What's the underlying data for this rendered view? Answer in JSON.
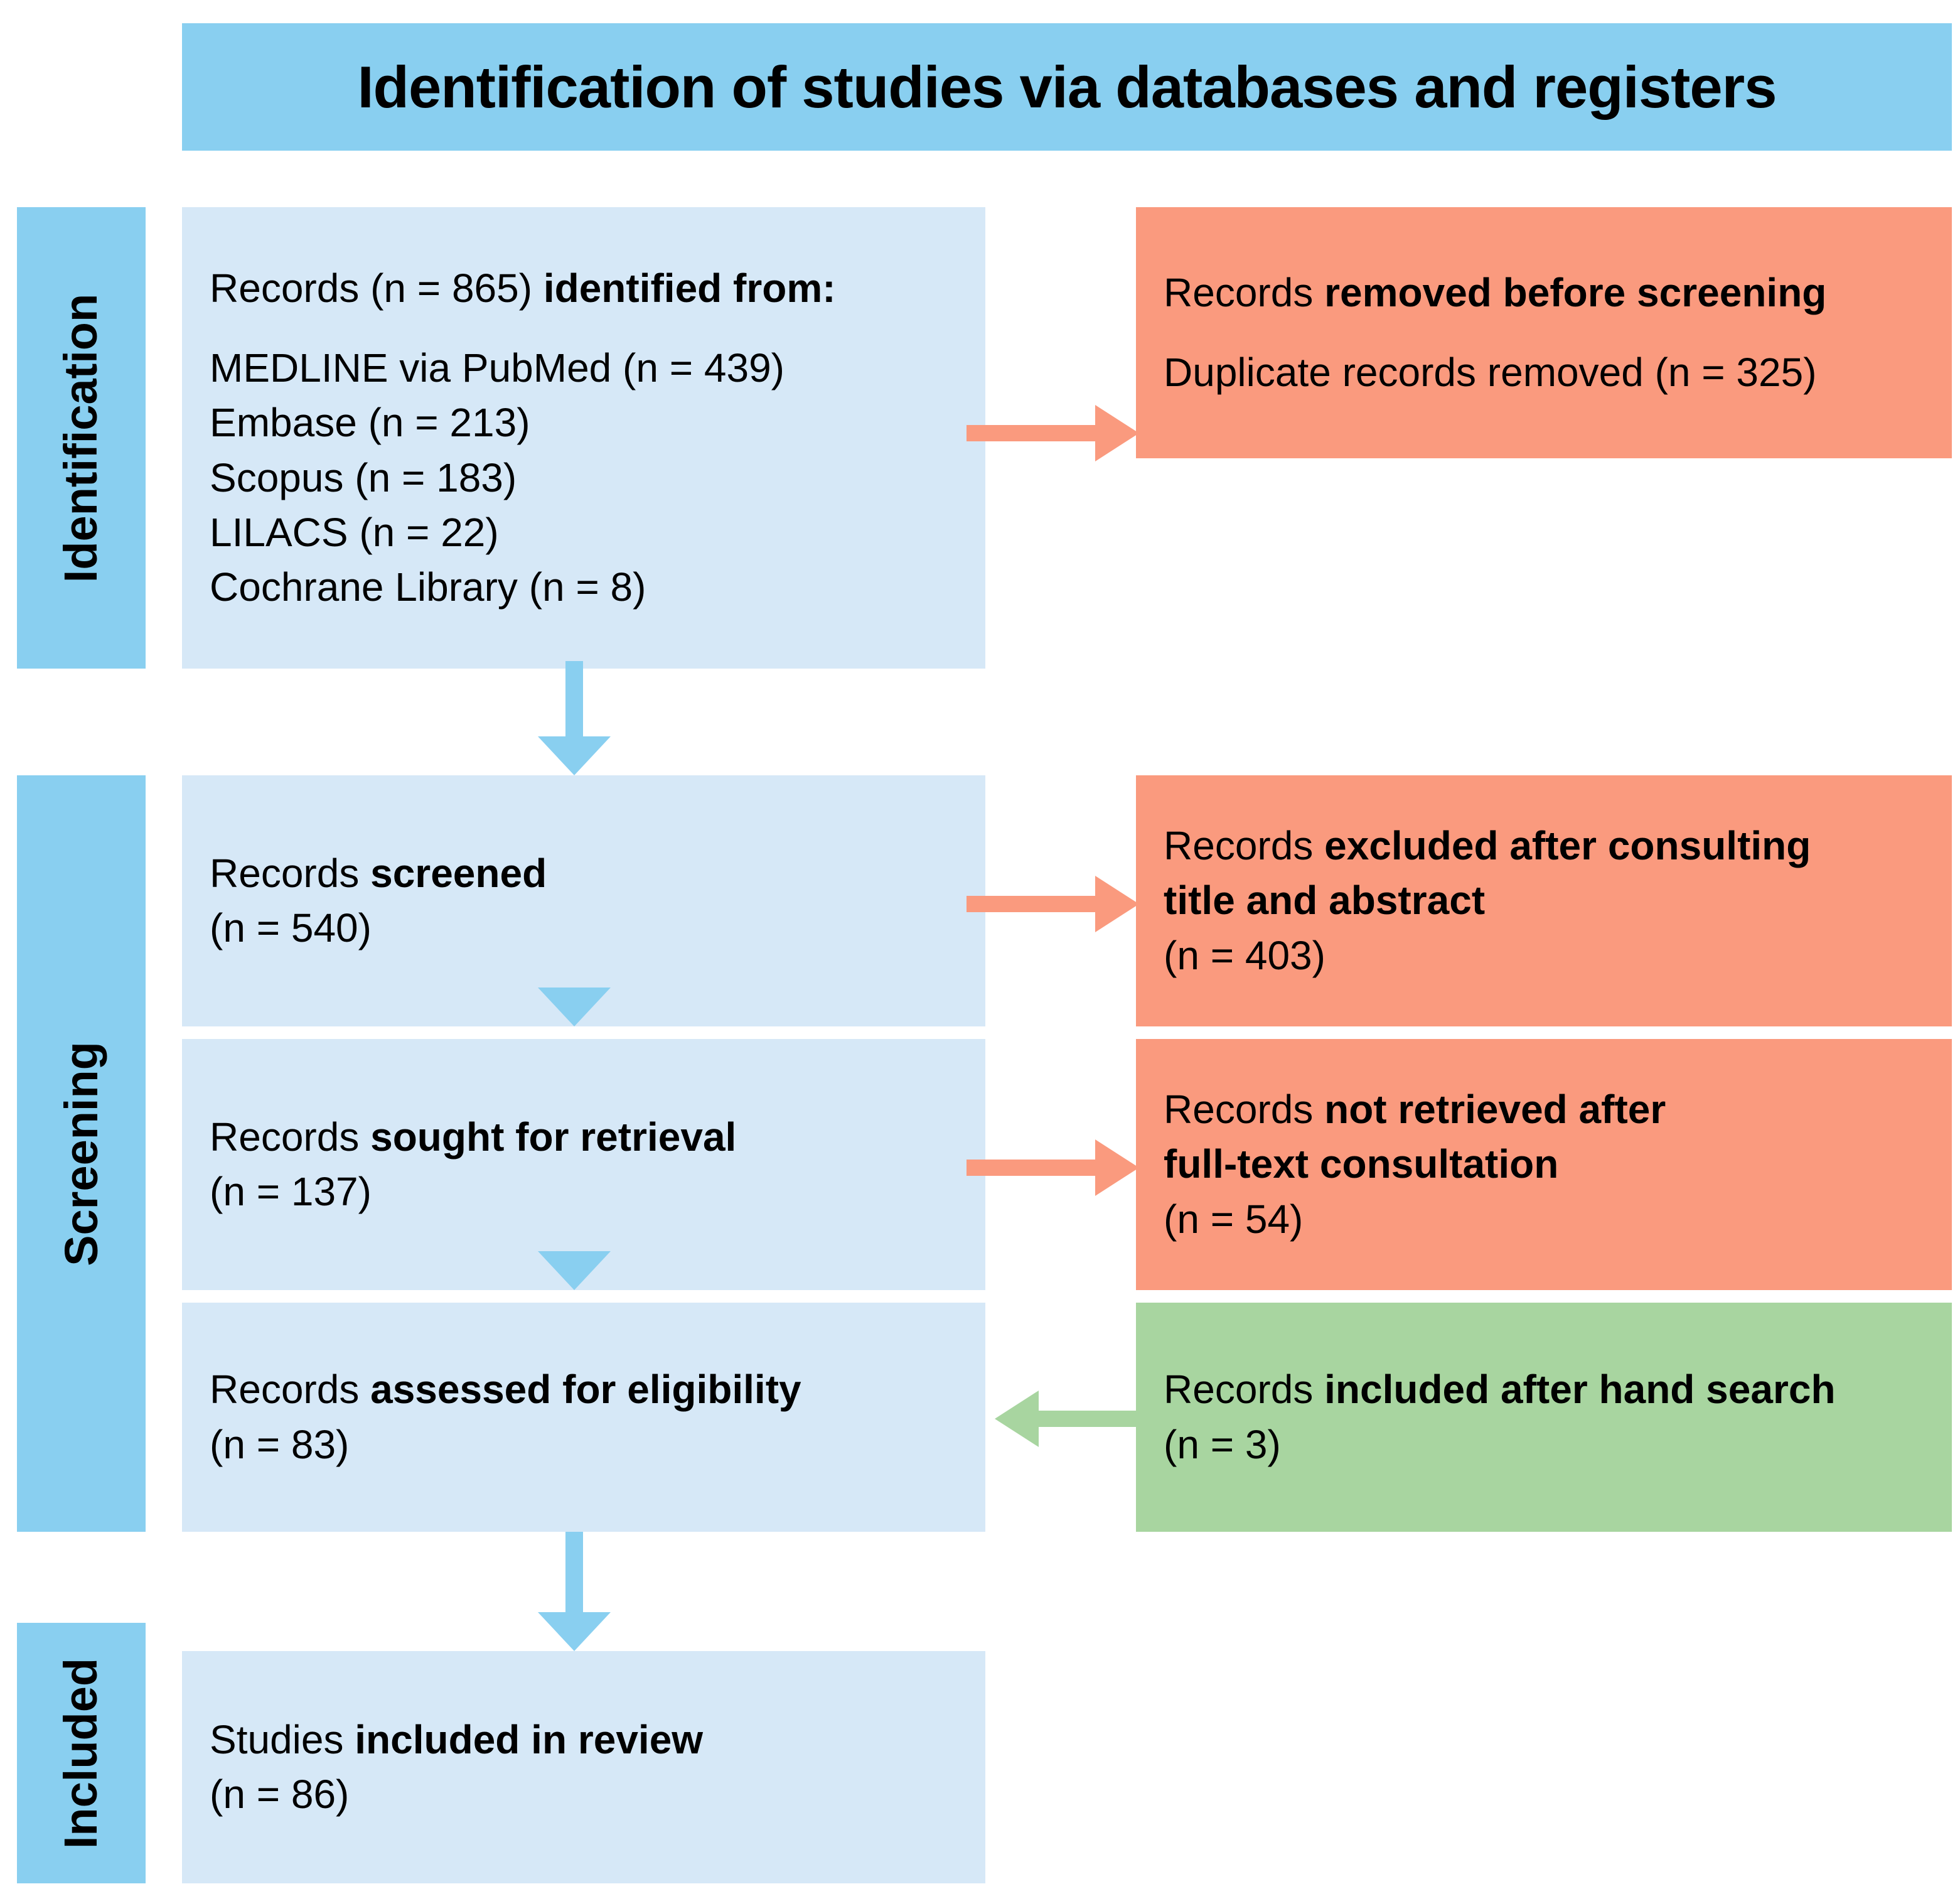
{
  "header": {
    "title": "Identification of studies via databases and registers"
  },
  "stages": [
    {
      "id": "identification",
      "label": "Identification"
    },
    {
      "id": "screening",
      "label": "Screening"
    },
    {
      "id": "included",
      "label": "Included"
    }
  ],
  "colors": {
    "stage_band": "#89CFF0",
    "header": "#89CFF0",
    "box_blue": "#D6E8F7",
    "box_salmon": "#FA9A7E",
    "box_green": "#A8D5A0",
    "arrow_blue": "#89CFF0",
    "arrow_salmon": "#FA9A7E",
    "arrow_green": "#A8D5A0",
    "text": "#000000"
  },
  "boxes": {
    "identified": {
      "lead_normal": "Records (n = 865) ",
      "lead_bold": "identified from:",
      "sources": [
        "MEDLINE via PubMed (n = 439)",
        "Embase (n = 213)",
        "Scopus (n = 183)",
        "LILACS (n = 22)",
        "Cochrane Library (n = 8)"
      ]
    },
    "removed": {
      "line1_normal": "Records ",
      "line1_bold": "removed before screening",
      "line2": "Duplicate records removed (n = 325)"
    },
    "screened": {
      "line1_normal": "Records ",
      "line1_bold": "screened",
      "count": "(n = 540)"
    },
    "excluded": {
      "line1_normal": "Records ",
      "line1_bold": "excluded after consulting",
      "line2_bold": "title and abstract",
      "count": "(n = 403)"
    },
    "sought": {
      "line1_normal": "Records ",
      "line1_bold": "sought for retrieval",
      "count": "(n = 137)"
    },
    "not_retrieved": {
      "line1_normal": "Records ",
      "line1_bold": "not retrieved after",
      "line2_bold": "full-text consultation",
      "count": "(n = 54)"
    },
    "assessed": {
      "line1_normal": "Records ",
      "line1_bold": "assessed for eligibility",
      "count": "(n = 83)"
    },
    "hand_search": {
      "line1_normal": "Records ",
      "line1_bold": "included after hand search",
      "count": "(n = 3)"
    },
    "included_review": {
      "line1_normal": "Studies ",
      "line1_bold": "included in review",
      "count": "(n = 86)"
    }
  },
  "chart_data": {
    "type": "diagram",
    "title": "Identification of studies via databases and registers",
    "nodes": [
      {
        "id": "identified",
        "stage": "Identification",
        "label": "Records identified from databases",
        "n": 865
      },
      {
        "id": "medline",
        "stage": "Identification",
        "label": "MEDLINE via PubMed",
        "n": 439
      },
      {
        "id": "embase",
        "stage": "Identification",
        "label": "Embase",
        "n": 213
      },
      {
        "id": "scopus",
        "stage": "Identification",
        "label": "Scopus",
        "n": 183
      },
      {
        "id": "lilacs",
        "stage": "Identification",
        "label": "LILACS",
        "n": 22
      },
      {
        "id": "cochrane",
        "stage": "Identification",
        "label": "Cochrane Library",
        "n": 8
      },
      {
        "id": "removed",
        "stage": "Identification",
        "label": "Duplicate records removed",
        "n": 325
      },
      {
        "id": "screened",
        "stage": "Screening",
        "label": "Records screened",
        "n": 540
      },
      {
        "id": "excluded",
        "stage": "Screening",
        "label": "Records excluded after consulting title and abstract",
        "n": 403
      },
      {
        "id": "sought",
        "stage": "Screening",
        "label": "Records sought for retrieval",
        "n": 137
      },
      {
        "id": "not_retrieved",
        "stage": "Screening",
        "label": "Records not retrieved after full-text consultation",
        "n": 54
      },
      {
        "id": "assessed",
        "stage": "Screening",
        "label": "Records assessed for eligibility",
        "n": 83
      },
      {
        "id": "hand_search",
        "stage": "Screening",
        "label": "Records included after hand search",
        "n": 3
      },
      {
        "id": "included_review",
        "stage": "Included",
        "label": "Studies included in review",
        "n": 86
      }
    ],
    "edges": [
      {
        "from": "identified",
        "to": "removed",
        "direction": "right",
        "color": "#FA9A7E"
      },
      {
        "from": "identified",
        "to": "screened",
        "direction": "down",
        "color": "#89CFF0"
      },
      {
        "from": "screened",
        "to": "excluded",
        "direction": "right",
        "color": "#FA9A7E"
      },
      {
        "from": "screened",
        "to": "sought",
        "direction": "down",
        "color": "#89CFF0"
      },
      {
        "from": "sought",
        "to": "not_retrieved",
        "direction": "right",
        "color": "#FA9A7E"
      },
      {
        "from": "sought",
        "to": "assessed",
        "direction": "down",
        "color": "#89CFF0"
      },
      {
        "from": "hand_search",
        "to": "assessed",
        "direction": "left",
        "color": "#A8D5A0"
      },
      {
        "from": "assessed",
        "to": "included_review",
        "direction": "down",
        "color": "#89CFF0"
      }
    ]
  }
}
